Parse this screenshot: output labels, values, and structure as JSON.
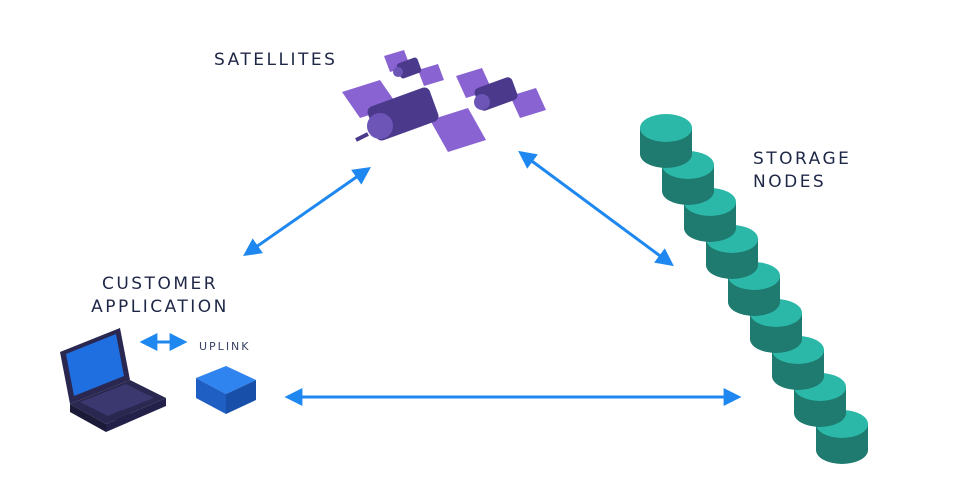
{
  "labels": {
    "satellites": "SATELLITES",
    "storage_line1": "STORAGE",
    "storage_line2": "NODES",
    "customer_line1": "CUSTOMER",
    "customer_line2": "APPLICATION",
    "uplink": "UPLINK"
  },
  "colors": {
    "arrow": "#1e88f0",
    "satellite_panel": "#8a63d2",
    "satellite_body": "#4b3a8c",
    "storage_top": "#2cb8a8",
    "storage_side": "#1f7a70",
    "laptop_frame": "#2a2750",
    "laptop_screen": "#1f6fe0",
    "uplink_box": "#1f6fe0",
    "text": "#1f2747"
  },
  "storage_nodes_count": 9,
  "satellites_count": 3
}
